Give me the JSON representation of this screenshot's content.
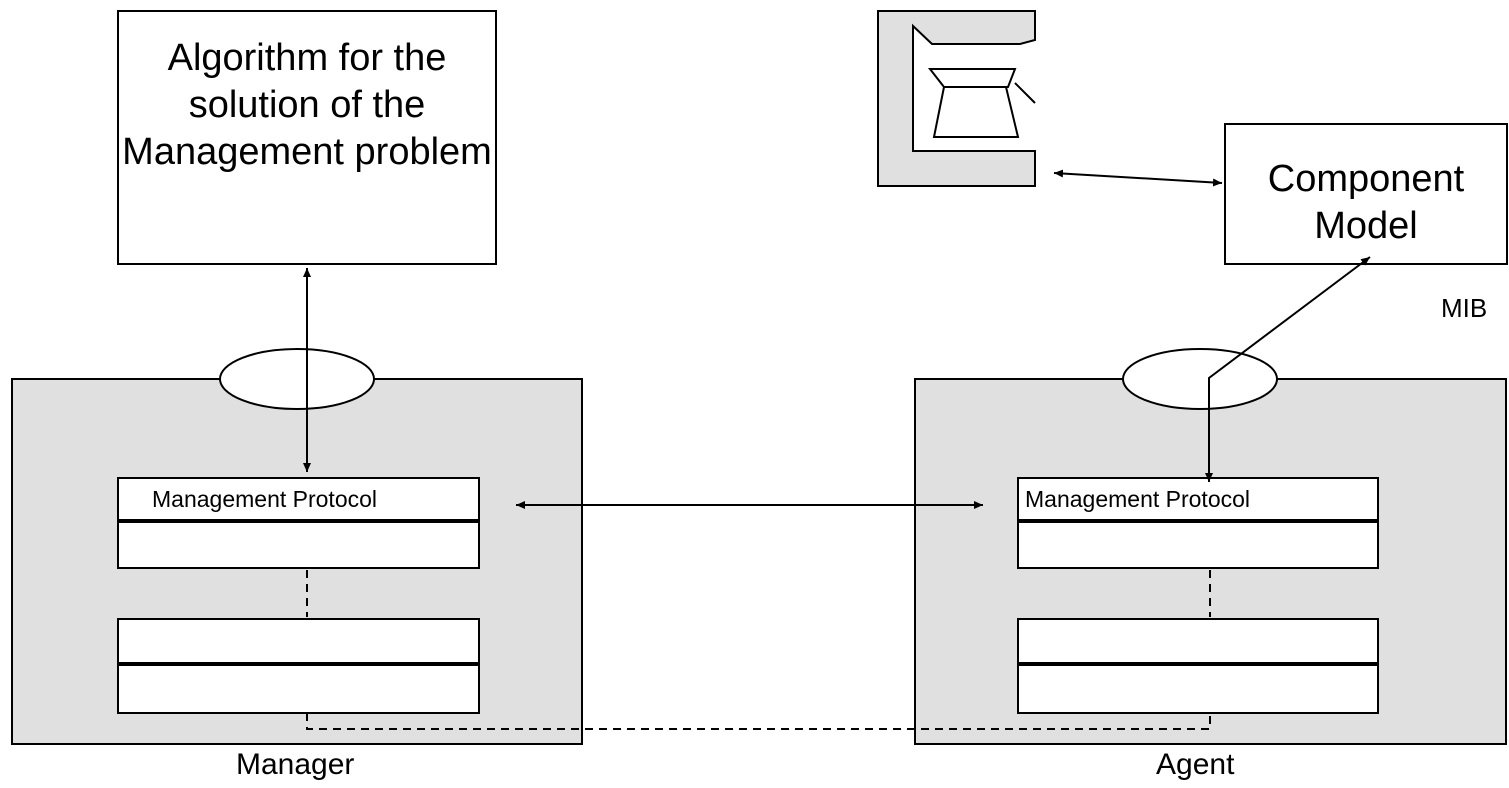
{
  "algorithm_box": {
    "text": "Algorithm for the solution of the Management problem"
  },
  "component_model": {
    "text": "Component Model"
  },
  "mib_label": "MIB",
  "manager": {
    "protocol_label": "Management Protocol",
    "caption": "Manager"
  },
  "agent": {
    "protocol_label": "Management Protocol",
    "caption": "Agent"
  },
  "colors": {
    "node_fill": "#e0e0e0",
    "box_fill": "#ffffff",
    "stroke": "#000000"
  },
  "icons": {
    "device": "coffee-machine-icon"
  }
}
